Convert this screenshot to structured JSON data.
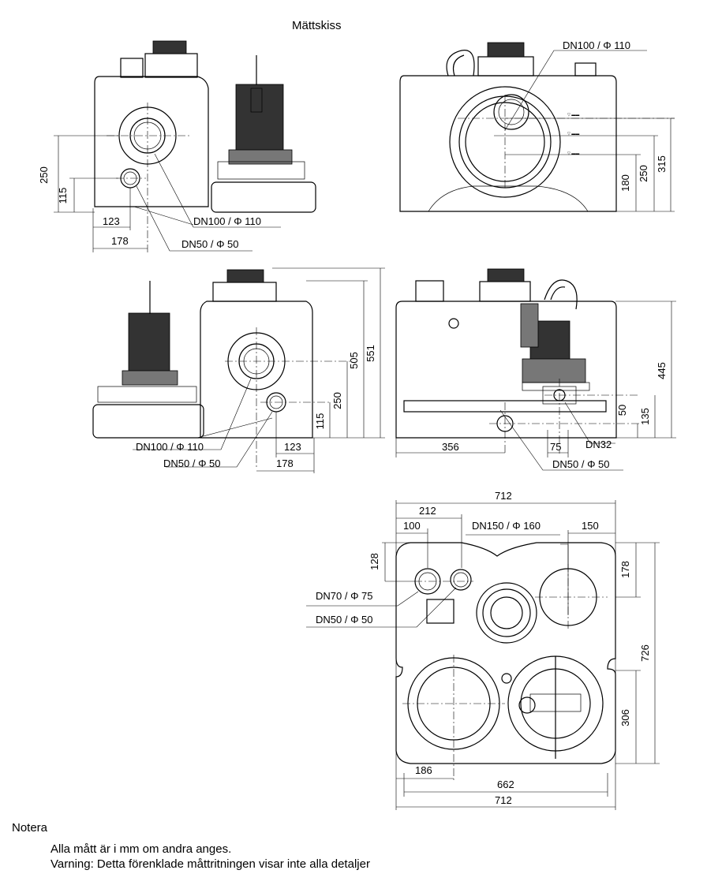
{
  "title": "Mättskiss",
  "notes": {
    "heading": "Notera",
    "lines": [
      "Alla mått är i mm om andra anges.",
      "Varning: Detta förenklade måttritningen visar inte alla detaljer"
    ]
  },
  "views": {
    "front": {
      "dims": {
        "d250": "250",
        "d115": "115",
        "d123": "123",
        "d178": "178"
      },
      "callouts": {
        "dn100": "DN100 /    Φ 110",
        "dn50": "DN50 /    Φ 50"
      }
    },
    "right": {
      "dims": {
        "d180": "180",
        "d250": "250",
        "d315": "315"
      },
      "callouts": {
        "dn100": "DN100 /    Φ 110"
      }
    },
    "side": {
      "dims": {
        "d551": "551",
        "d505": "505",
        "d250": "250",
        "d115": "115",
        "d123": "123",
        "d178": "178"
      },
      "callouts": {
        "dn100": "DN100 /    Φ 110",
        "dn50": "DN50 /    Φ 50"
      }
    },
    "back": {
      "dims": {
        "d445": "445",
        "d135": "135",
        "d50": "50",
        "d356": "356",
        "d75": "75"
      },
      "callouts": {
        "dn32": "DN32",
        "dn50": "DN50 /    Φ 50"
      }
    },
    "top": {
      "dims": {
        "w712top": "712",
        "d212": "212",
        "d100": "100",
        "d150": "150",
        "d128": "128",
        "d178": "178",
        "d726": "726",
        "d306": "306",
        "d186": "186",
        "d662": "662",
        "w712bot": "712"
      },
      "callouts": {
        "dn150": "DN150 /    Φ 160",
        "dn70": "DN70 /    Φ 75",
        "dn50": "DN50 /    Φ 50"
      }
    }
  }
}
